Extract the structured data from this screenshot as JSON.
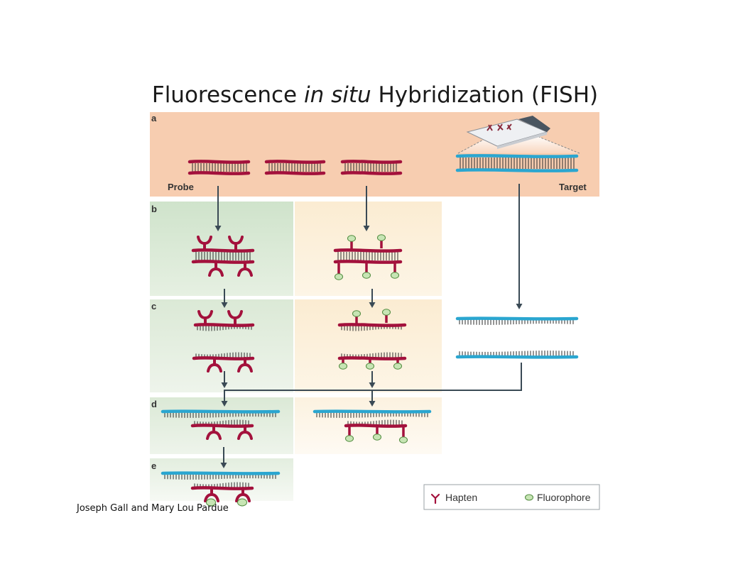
{
  "title": {
    "before": "Fluorescence ",
    "italic": "in situ",
    "after": " Hybridization (FISH)"
  },
  "credit": "Joseph Gall and Mary Lou Pardue",
  "panels": {
    "a": "a",
    "b": "b",
    "c": "c",
    "d": "d",
    "e": "e"
  },
  "labels": {
    "probe": "Probe",
    "target": "Target"
  },
  "legend": {
    "hapten": "Hapten",
    "fluorophore": "Fluorophore"
  },
  "colors": {
    "probe_strand": "#a3113c",
    "target_strand": "#2aa6d0",
    "fluorophore": "#c7e5b4",
    "arrow": "#3a4a55",
    "panel_a_bg": "#f7cdb0",
    "hapten_bg": "#d3e6cf",
    "fluor_bg": "#fcefd6"
  }
}
